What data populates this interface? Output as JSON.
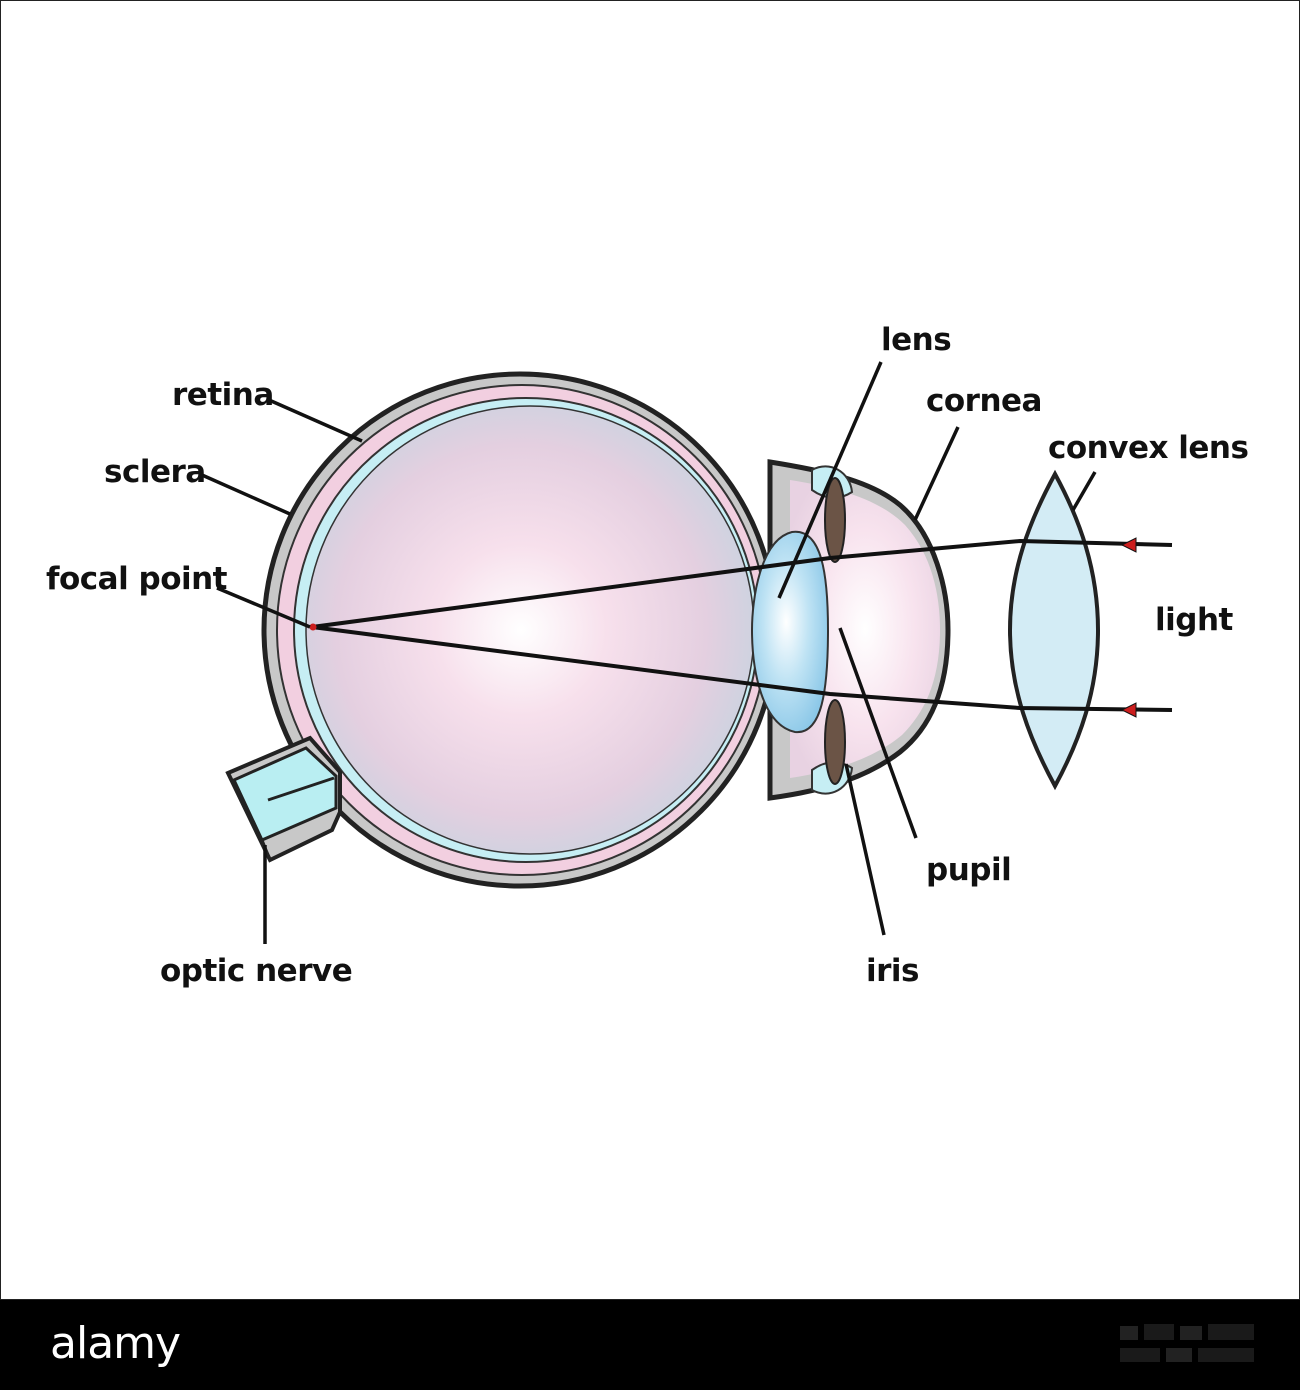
{
  "labels": {
    "lens": "lens",
    "cornea": "cornea",
    "convex_lens": "convex lens",
    "retina": "retina",
    "sclera": "sclera",
    "focal_point": "focal point",
    "light": "light",
    "pupil": "pupil",
    "iris": "iris",
    "optic_nerve": "optic nerve"
  },
  "footer": {
    "brand": "alamy"
  },
  "colors": {
    "sclera": "#c8c8c8",
    "choroid": "#f2cfe0",
    "retina": "#c6eef4",
    "vitreous": "#f5d9e8",
    "lens": "#a9d6ef",
    "iris": "#6b5446",
    "convex_lens": "#d3ecf5",
    "ray": "#111111",
    "arrow": "#cc1e1e",
    "footer": "#000000"
  }
}
